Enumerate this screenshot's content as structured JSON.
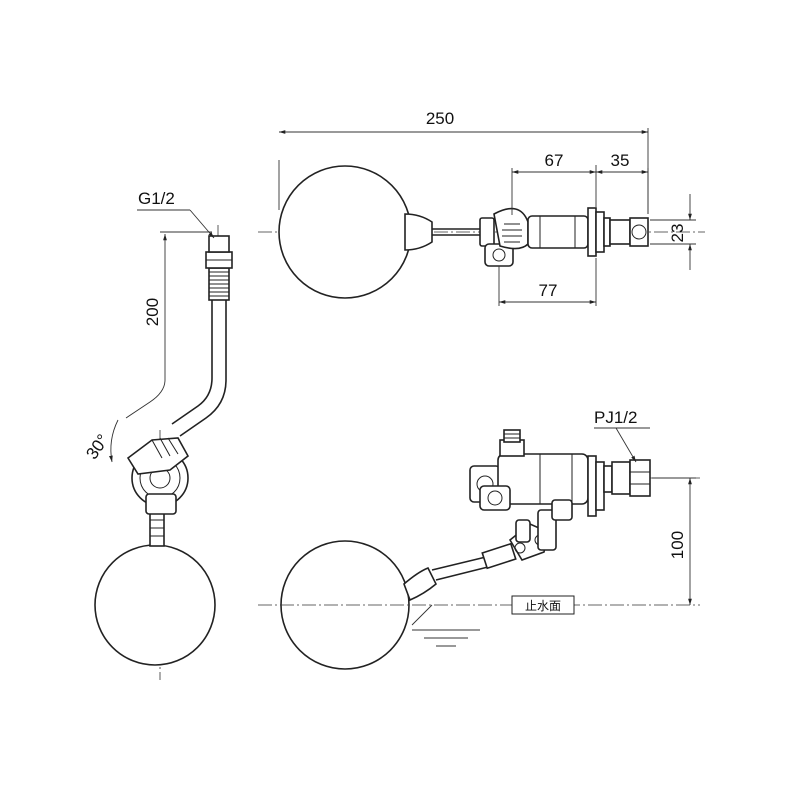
{
  "drawing": {
    "dimensions": {
      "overall_length": "250",
      "valve_body_length": "67",
      "fitting_length": "35",
      "fitting_width": "23",
      "float_arm_length": "77",
      "side_arm_height": "200",
      "arm_angle": "30°",
      "float_drop": "100"
    },
    "threads": {
      "side_connection": "G1/2",
      "main_connection": "PJ1/2"
    },
    "water_level_label": "止水面"
  }
}
